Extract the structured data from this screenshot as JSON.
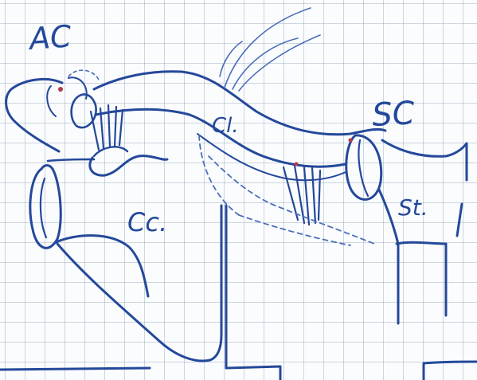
{
  "colors": {
    "ink": "#24489a",
    "ink_light": "#4b6fb8",
    "accent": "#b03a4a"
  },
  "labels": {
    "ac": "AC",
    "sc": "SC",
    "cl": "Cl.",
    "cc": "Cc.",
    "st": "St."
  }
}
